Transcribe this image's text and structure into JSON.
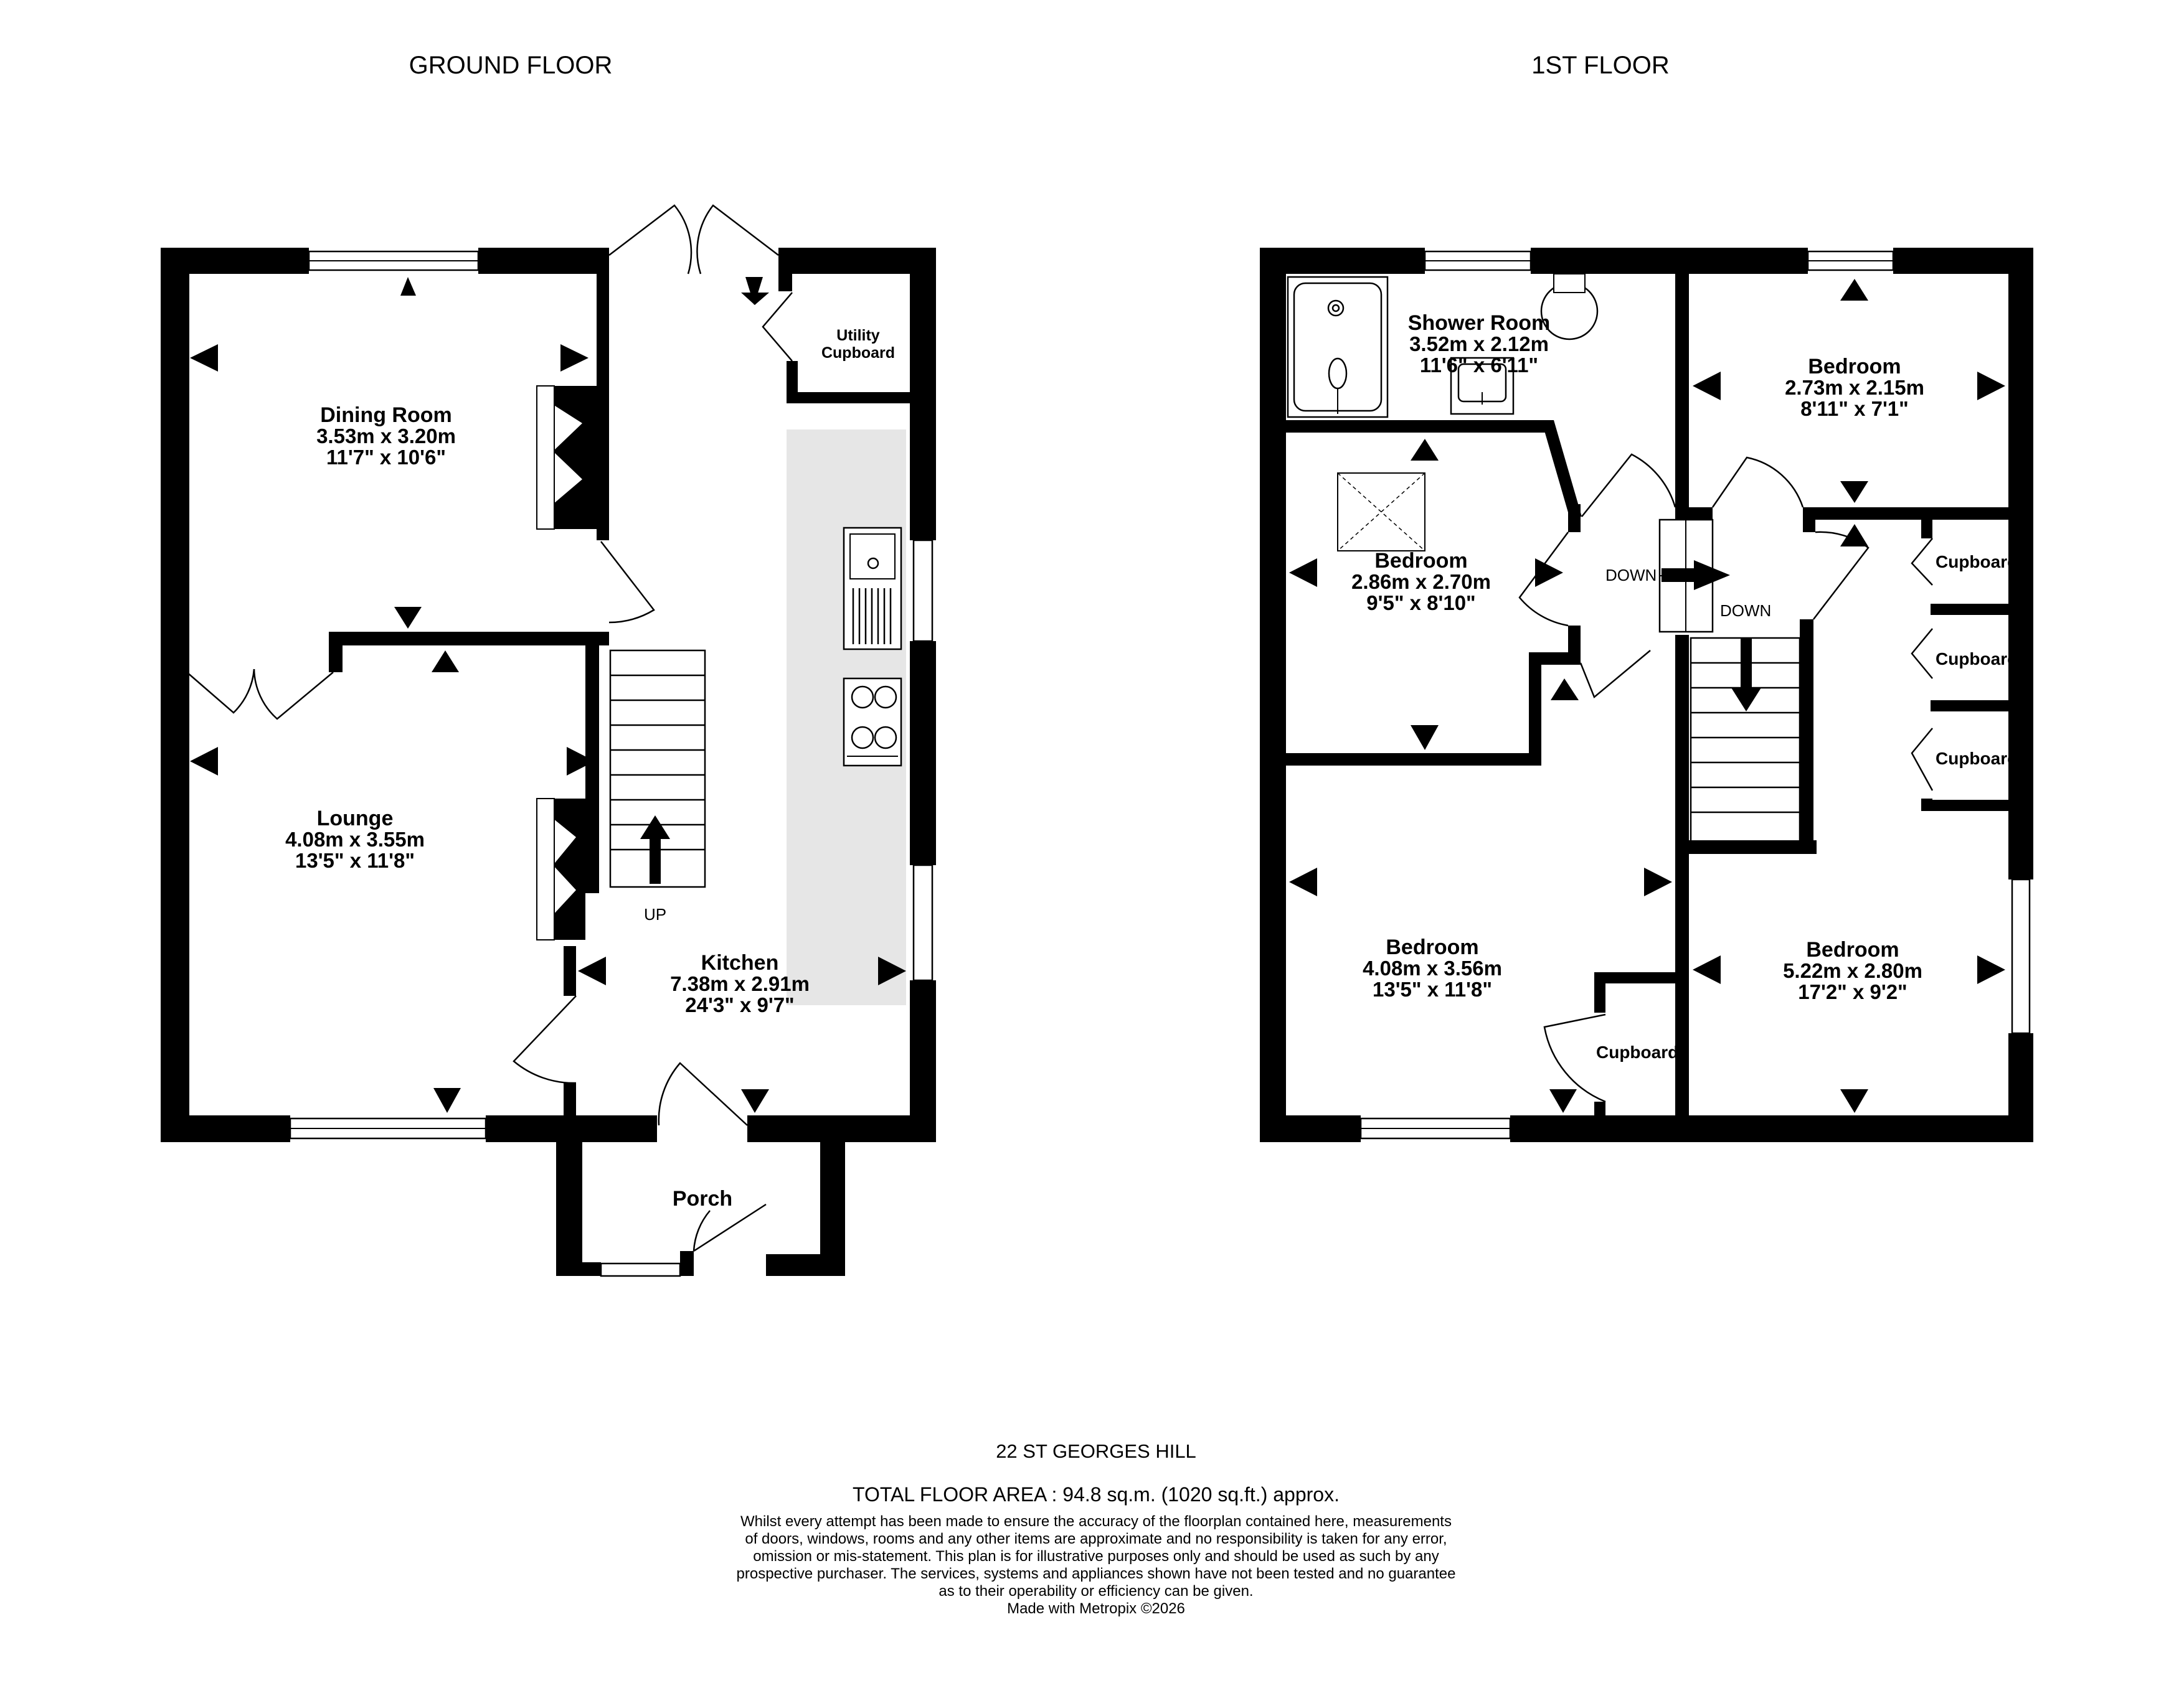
{
  "floors": {
    "ground": {
      "title": "GROUND FLOOR"
    },
    "first": {
      "title": "1ST FLOOR"
    }
  },
  "rooms": {
    "dining": {
      "name": "Dining Room",
      "metric": "3.53m  x 3.20m",
      "imperial": "11'7\"  x 10'6\""
    },
    "lounge": {
      "name": "Lounge",
      "metric": "4.08m  x 3.55m",
      "imperial": "13'5\"  x 11'8\""
    },
    "kitchen": {
      "name": "Kitchen",
      "metric": "7.38m  x 2.91m",
      "imperial": "24'3\"  x 9'7\""
    },
    "utility_line1": "Utility",
    "utility_line2": "Cupboard",
    "porch": {
      "name": "Porch"
    },
    "shower": {
      "name": "Shower Room",
      "metric": "3.52m  x 2.12m",
      "imperial": "11'6\"  x 6'11\""
    },
    "bed_rear_right": {
      "name": "Bedroom",
      "metric": "2.73m  x 2.15m",
      "imperial": "8'11\"  x 7'1\""
    },
    "bed_middle": {
      "name": "Bedroom",
      "metric": "2.86m  x 2.70m",
      "imperial": "9'5\"  x 8'10\""
    },
    "bed_front_left": {
      "name": "Bedroom",
      "metric": "4.08m  x 3.56m",
      "imperial": "13'5\"  x 11'8\""
    },
    "bed_front_right": {
      "name": "Bedroom",
      "metric": "5.22m  x 2.80m",
      "imperial": "17'2\"  x 9'2\""
    },
    "cupboard_1": "Cupboard",
    "cupboard_2": "Cupboard",
    "cupboard_3": "Cupboard",
    "cupboard_4": "Cupboard"
  },
  "stairs": {
    "up": "UP",
    "down_left": "DOWN",
    "down_right": "DOWN"
  },
  "footer": {
    "address": "22 ST GEORGES HILL",
    "total_area": "TOTAL FLOOR AREA : 94.8 sq.m. (1020 sq.ft.) approx.",
    "disclaimer": [
      "Whilst every attempt has been made to ensure the accuracy of the floorplan contained here, measurements",
      "of doors, windows, rooms and any other items are approximate and no responsibility is taken for any error,",
      "omission or mis-statement. This plan is for illustrative purposes only and should be used as such by any",
      "prospective purchaser. The services, systems and appliances shown have not been tested and no guarantee",
      "as to their operability or efficiency can be given."
    ],
    "credit": "Made with Metropix ©2026"
  },
  "colors": {
    "wall": "#000000",
    "worktop": "#e6e6e6",
    "background": "#ffffff"
  }
}
